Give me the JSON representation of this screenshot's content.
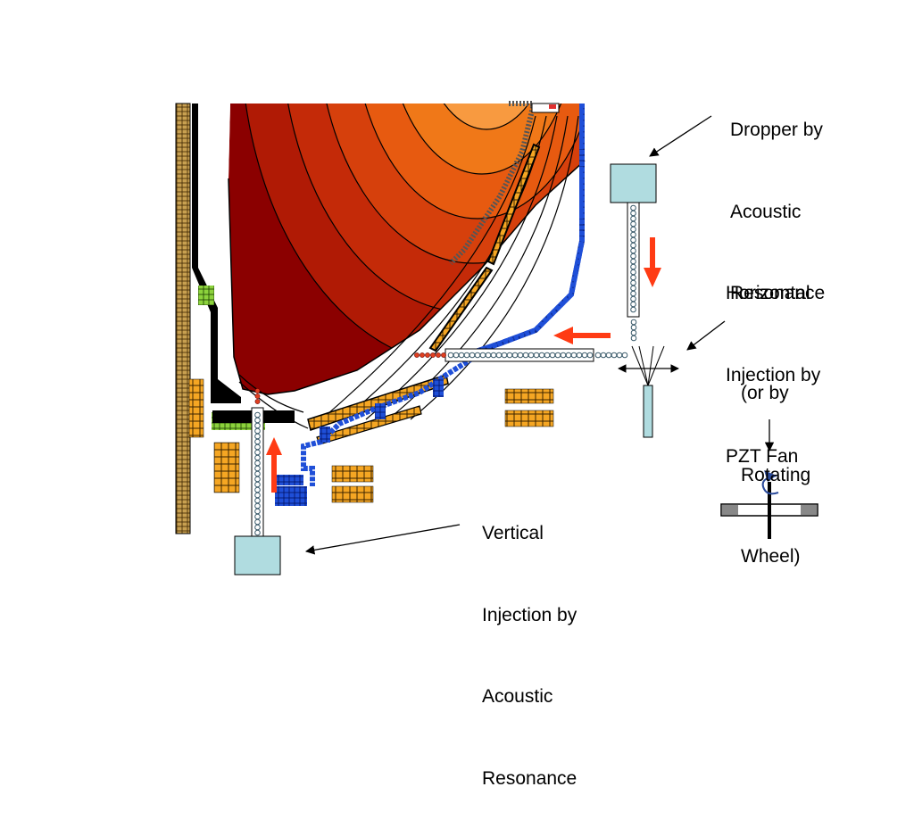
{
  "labels": {
    "dropper": [
      "Dropper by",
      "Acoustic",
      "Resonance"
    ],
    "horizontal": [
      "Horizontal",
      "Injection by",
      "PZT Fan"
    ],
    "alternative": [
      "(or by",
      "Rotating",
      "Wheel)"
    ],
    "vertical": [
      "Vertical",
      "Injection by",
      "Acoustic",
      "Resonance"
    ]
  },
  "colors": {
    "plasma_core": "#FFC080",
    "plasma_outer": "#8B0000",
    "coil_orange": "#F5A623",
    "coil_green": "#8CD23C",
    "divertor_blue": "#1F4FD8",
    "flow_arrow": "#FF3B14",
    "injector_body": "#B0DCE0"
  }
}
